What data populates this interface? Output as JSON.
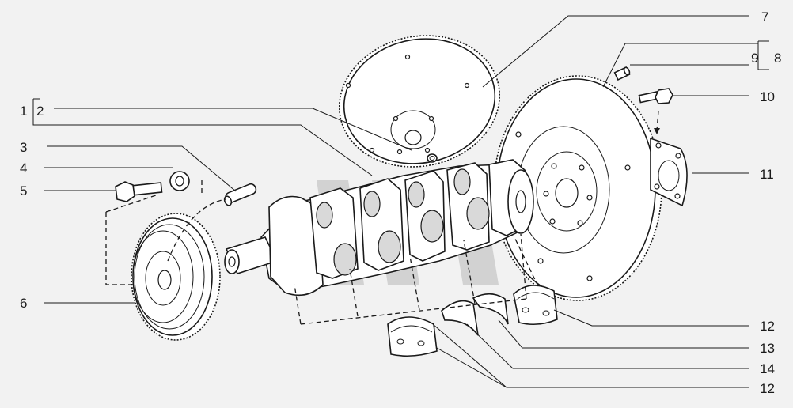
{
  "callouts": {
    "c1": "1",
    "c2": "2",
    "c3": "3",
    "c4": "4",
    "c5": "5",
    "c6": "6",
    "c7": "7",
    "c8": "8",
    "c9": "9",
    "c10": "10",
    "c11": "11",
    "c12a": "12",
    "c13": "13",
    "c14": "14",
    "c12b": "12"
  }
}
